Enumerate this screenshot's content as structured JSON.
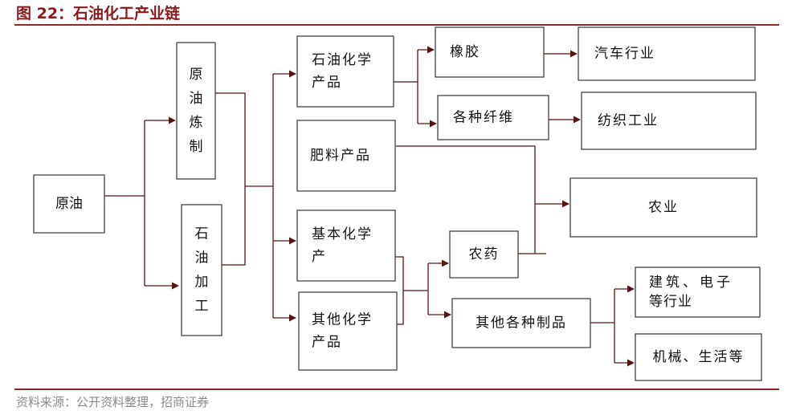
{
  "title": "图 22：石油化工产业链",
  "source": "资料来源：公开资料整理，招商证券",
  "colors": {
    "title": "#8b1a1a",
    "rule": "#8b2a2a",
    "arrow": "#5a1313"
  },
  "nodes": {
    "crude_oil": {
      "lines": [
        "原油"
      ]
    },
    "refining": {
      "lines": [
        "原",
        "油",
        "炼",
        "制"
      ]
    },
    "processing": {
      "lines": [
        "石",
        "油",
        "加",
        "工"
      ]
    },
    "petrochem_products": {
      "lines": [
        "石油化学",
        "产品"
      ]
    },
    "fertilizer": {
      "lines": [
        "肥料产品"
      ]
    },
    "basic_chem": {
      "lines": [
        "基本化学",
        "产"
      ]
    },
    "other_chem": {
      "lines": [
        "其他化学",
        "产品"
      ]
    },
    "rubber": {
      "lines": [
        "橡胶"
      ]
    },
    "fibers": {
      "lines": [
        "各种纤维"
      ]
    },
    "auto": {
      "lines": [
        "汽车行业"
      ]
    },
    "textile": {
      "lines": [
        "纺织工业"
      ]
    },
    "agriculture": {
      "lines": [
        "农业"
      ]
    },
    "pesticide": {
      "lines": [
        "农药"
      ]
    },
    "other_products": {
      "lines": [
        "其他各种制品"
      ]
    },
    "construction": {
      "lines": [
        "建筑、电子",
        "等行业"
      ]
    },
    "machinery": {
      "lines": [
        "机械、生活等"
      ]
    }
  }
}
